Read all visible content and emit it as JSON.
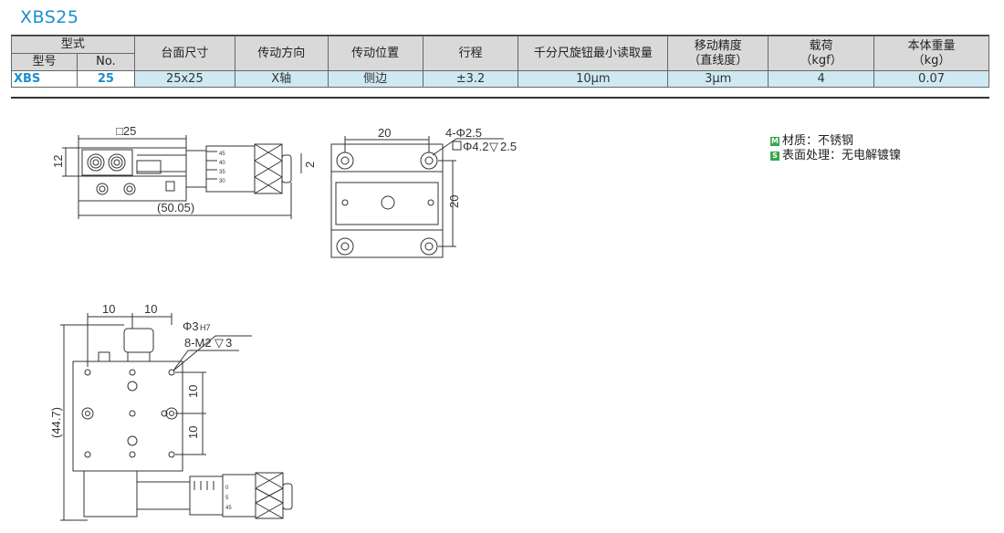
{
  "title": "XBS25",
  "table": {
    "header_group": "型式",
    "header_model": "型号",
    "header_no": "No.",
    "col_table_size": "台面尺寸",
    "col_drive_dir": "传动方向",
    "col_drive_pos": "传动位置",
    "col_stroke": "行程",
    "col_micrometer": "千分尺旋钮最小读取量",
    "col_accuracy_1": "移动精度",
    "col_accuracy_2": "（直线度）",
    "col_load_1": "载荷",
    "col_load_2": "（kgf）",
    "col_weight_1": "本体重量",
    "col_weight_2": "（kg）",
    "row": {
      "model": "XBS",
      "no": "25",
      "table_size": "25x25",
      "drive_dir": "X轴",
      "drive_pos": "侧边",
      "stroke": "±3.2",
      "micrometer": "10μm",
      "accuracy": "3μm",
      "load": "4",
      "weight": "0.07"
    }
  },
  "drawing": {
    "top_width": "□25",
    "left_height": "12",
    "overall_length": "(50.05)",
    "side_gap": "2",
    "front_width": "20",
    "hole_spec_1": "4-Φ2.5",
    "hole_spec_2": "Φ4.2",
    "hole_depth_2": "2.5",
    "front_height": "20",
    "plan_dim_a": "10",
    "plan_dim_b": "10",
    "pin_hole": "Φ3",
    "pin_tol": "H7",
    "tap_spec": "8-M2",
    "tap_depth": "3",
    "plan_vert_a": "10",
    "plan_vert_b": "10",
    "plan_length": "(44.7)",
    "scale_ticks": [
      "45",
      "40",
      "35",
      "30"
    ],
    "scale_ticks_bottom": [
      "0",
      "5",
      "45"
    ]
  },
  "notes": {
    "material_badge": "M",
    "material": "材质：不锈钢",
    "surface_badge": "S",
    "surface": "表面处理：无电解镀镍",
    "badge_color": "#3aa64a"
  }
}
